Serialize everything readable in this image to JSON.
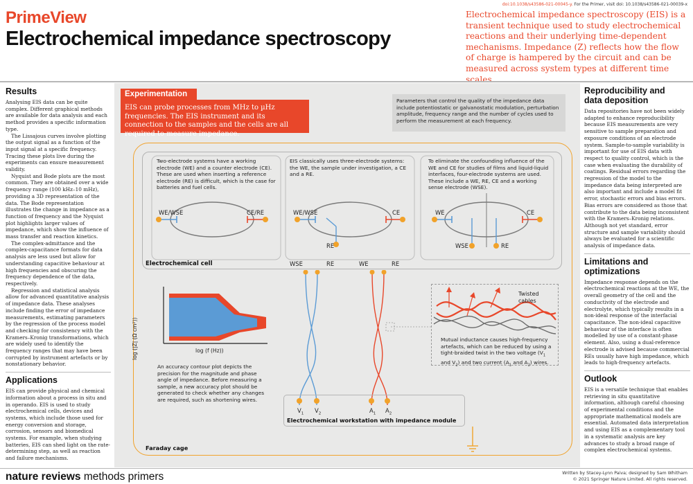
{
  "header": {
    "doi_prefix": "doi:10.1038/s43586-021-00045-y.",
    "doi_suffix": " For the Primer, visit doi: 10.1038/s43586-021-00039-x",
    "primeview": "PrimeView",
    "title": "Electrochemical impedance spectroscopy",
    "intro": "Electrochemical impedance spectroscopy (EIS) is a transient technique used to study electrochemical reactions and their underlying time-dependent mechanisms. Impedance (Z) reflects how the flow of charge is hampered by the circuit and can be measured across system types at different time scales."
  },
  "results": {
    "heading": "Results",
    "paragraphs": [
      "Analysing EIS data can be quite complex. Different graphical methods are available for data analysis and each method provides a specific information type.",
      "The Lissajous curves involve plotting the output signal as a function of the input signal at a specific frequency. Tracing these plots live during the experiments can ensure measurement validity.",
      "Nyquist and Bode plots are the most common. They are obtained over a wide frequency range (100 kHz–10 mHz), providing a 3D representation of the data. The Bode representation illustrates the change in impedance as a function of frequency and the Nyquist plot highlights larger values of impedance, which show the influence of mass transfer and reaction kinetics.",
      "The complex-admittance and the complex-capacitance formats for data analysis are less used but allow for understanding capacitive behaviour at high frequencies and obscuring the frequency dependence of the data, respectively.",
      "Regression and statistical analysis allow for advanced quantitative analysis of impedance data. These analyses include finding the error of impedance measurements, estimating parameters by the regression of the process model and checking for consistency with the Kramers–Kronig transformations, which are widely used to identify the frequency ranges that may have been corrupted by instrument artefacts or by nonstationary behavior."
    ]
  },
  "applications": {
    "heading": "Applications",
    "paragraphs": [
      "EIS can provide physical and chemical information about a process in situ and in operando. EIS is used to study electrochemical cells, devices and systems, which include those used for energy conversion and storage, corrosion, sensors and biomedical systems. For example, when studying batteries, EIS can shed light on the rate-determining step, as well as reaction and failure mechanisms."
    ]
  },
  "experimentation": {
    "tab": "Experimentation",
    "summary": "EIS can probe processes from MHz to µHz frequencies. The EIS instrument and its connection to the samples and the cells are all required to measure impedance.",
    "parameters": "Parameters that control the quality of the impedance data include potentiostatic or galvanostatic modulation, perturbation amplitude, frequency range and the number of cycles used to perform the measurement at each frequency."
  },
  "cell": {
    "label": "Electrochemical cell",
    "two_electrode": "Two-electrode systems have a working electrode (WE) and a counter electrode (CE). These are used when inserting a reference electrode (RE) is difficult, which is the case for batteries and fuel cells.",
    "three_electrode": "EIS classically uses three-electrode systems: the WE, the sample under investigation, a CE and a RE.",
    "four_electrode": "To eliminate the confounding influence of the WE and CE for studies of films and liquid-liquid interfaces, four-electrode systems are used. These include a WE, RE, CE and a working sense electrode (WSE).",
    "labels": {
      "we_wse": "WE/WSE",
      "ce_re": "CE/RE",
      "ce": "CE",
      "re": "RE",
      "we": "WE",
      "wse": "WSE"
    }
  },
  "wires": {
    "top_labels": [
      "WSE",
      "RE",
      "WE",
      "RE"
    ],
    "bottom_labels": [
      {
        "main": "V",
        "sub": "1"
      },
      {
        "main": "V",
        "sub": "2"
      },
      {
        "main": "A",
        "sub": "1"
      },
      {
        "main": "A",
        "sub": "2"
      }
    ],
    "colors": {
      "blue": "#5b9bd5",
      "red": "#e8472a",
      "orange": "#f1a22a",
      "grey": "#8a8a8a"
    }
  },
  "accuracy": {
    "y_label": "log (|Z| (Ω cm²))",
    "x_label": "log (f (Hz))",
    "text": "An accuracy contour plot depicts the precision for the magnitude and phase angle of impedance. Before measuring a sample, a new accuracy plot should be generated to check whether any changes are required, such as shortening wires."
  },
  "cables": {
    "label": "Twisted cables",
    "text_before": "Mutual inductance causes high-frequency artefacts, which can be reduced by using a tight-braided twist in the two voltage (V",
    "text_1": "1",
    "text_mid1": " and V",
    "text_2": "2",
    "text_mid2": ") and two current (A",
    "text_3": "1",
    "text_mid3": " and A",
    "text_4": "2",
    "text_end": ") wires."
  },
  "workstation": "Electrochemical workstation with impedance module",
  "faraday": "Faraday cage",
  "reproducibility": {
    "heading": "Reproducibility and data deposition",
    "text": "Data repositories have not been widely adapted to enhance reproducibility because EIS measurements are very sensitive to sample preparation and exposure conditions of an electrode system. Sample-to-sample variability is important for use of EIS data with respect to quality control, which is the case when evaluating the durability of coatings. Residual errors regarding the regression of the model to the impedance data being interpreted are also important and include a model fit error, stochastic errors and bias errors. Bias errors are considered as those that contribute to the data being inconsistent with the Kramers–Kronig relations. Although not yet standard, error structure and sample variability should always be evaluated for a scientific analysis of impedance data."
  },
  "limitations": {
    "heading": "Limitations and optimizations",
    "text": "Impedance response depends on the electrochemical reactions at the WE, the overall geometry of the cell and the conductivity of the electrode and electrolyte, which typically results in a non-ideal response of the interfacial capacitance. The non-ideal capacitive behaviour of the interface is often modelled by use of a constant-phase element. Also, using a dual-reference electrode is advised because commercial REs usually have high impedance, which leads to high-frequency artefacts."
  },
  "outlook": {
    "heading": "Outlook",
    "text": "EIS is a versatile technique that enables retrieving in situ quantitative information, although careful choosing of experimental conditions and the appropriate mathematical models are essential. Automated data interpretation and using EIS as a complementary tool in a systematic analysis are key advances to study a broad range of complex electrochemical systems."
  },
  "footer": {
    "logo_bold": "nature reviews",
    "logo_light": " methods primers",
    "credit1": "Written by Stacey-Lynn Paiva; designed by Sam Whitham",
    "credit2": "© 2021 Springer Nature Limited. All rights reserved."
  }
}
